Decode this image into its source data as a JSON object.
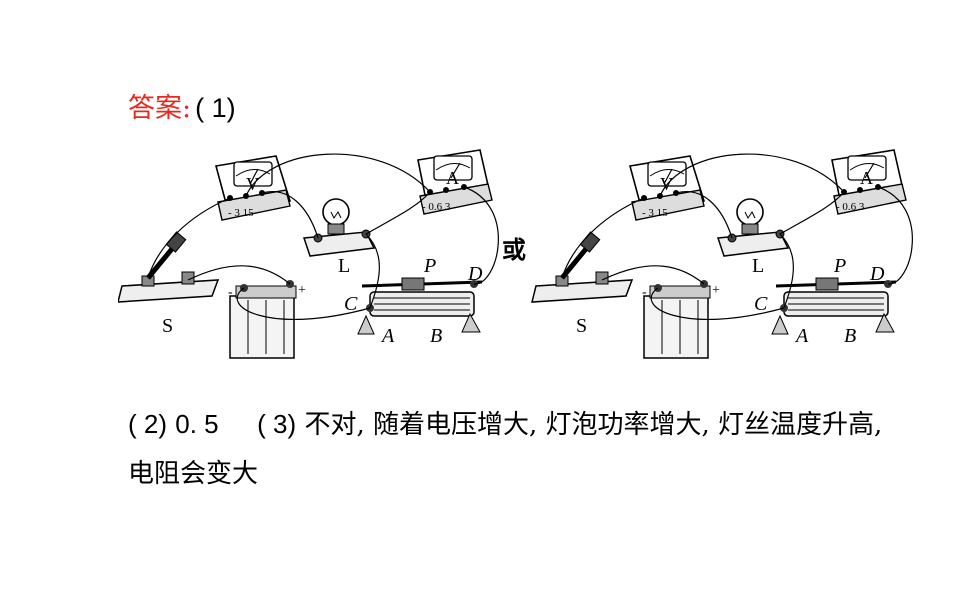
{
  "answer": {
    "label": "答案:",
    "part1": "( 1)"
  },
  "diagram": {
    "or_label": "或",
    "left": {
      "voltmeter_letter": "V",
      "voltmeter_terminals": "- 3 15",
      "ammeter_letter": "A",
      "ammeter_terminals": "- 0.6 3",
      "lamp_label": "L",
      "switch_label": "S",
      "rheostat_labels": {
        "p": "P",
        "d": "D",
        "c": "C",
        "a": "A",
        "b": "B"
      },
      "battery_neg": "-",
      "battery_pos": "+"
    },
    "right": {
      "voltmeter_letter": "V",
      "voltmeter_terminals": "- 3 15",
      "ammeter_letter": "A",
      "ammeter_terminals": "- 0.6 3",
      "lamp_label": "L",
      "switch_label": "S",
      "rheostat_labels": {
        "p": "P",
        "d": "D",
        "c": "C",
        "a": "A",
        "b": "B"
      },
      "battery_neg": "-",
      "battery_pos": "+"
    }
  },
  "answers": {
    "part2_label": "( 2)",
    "part2_value": "0. 5",
    "part3_label": "( 3)",
    "part3_text": "不对, 随着电压增大, 灯泡功率增大, 灯丝温度升高,",
    "part3_continuation": "电阻会变大"
  }
}
